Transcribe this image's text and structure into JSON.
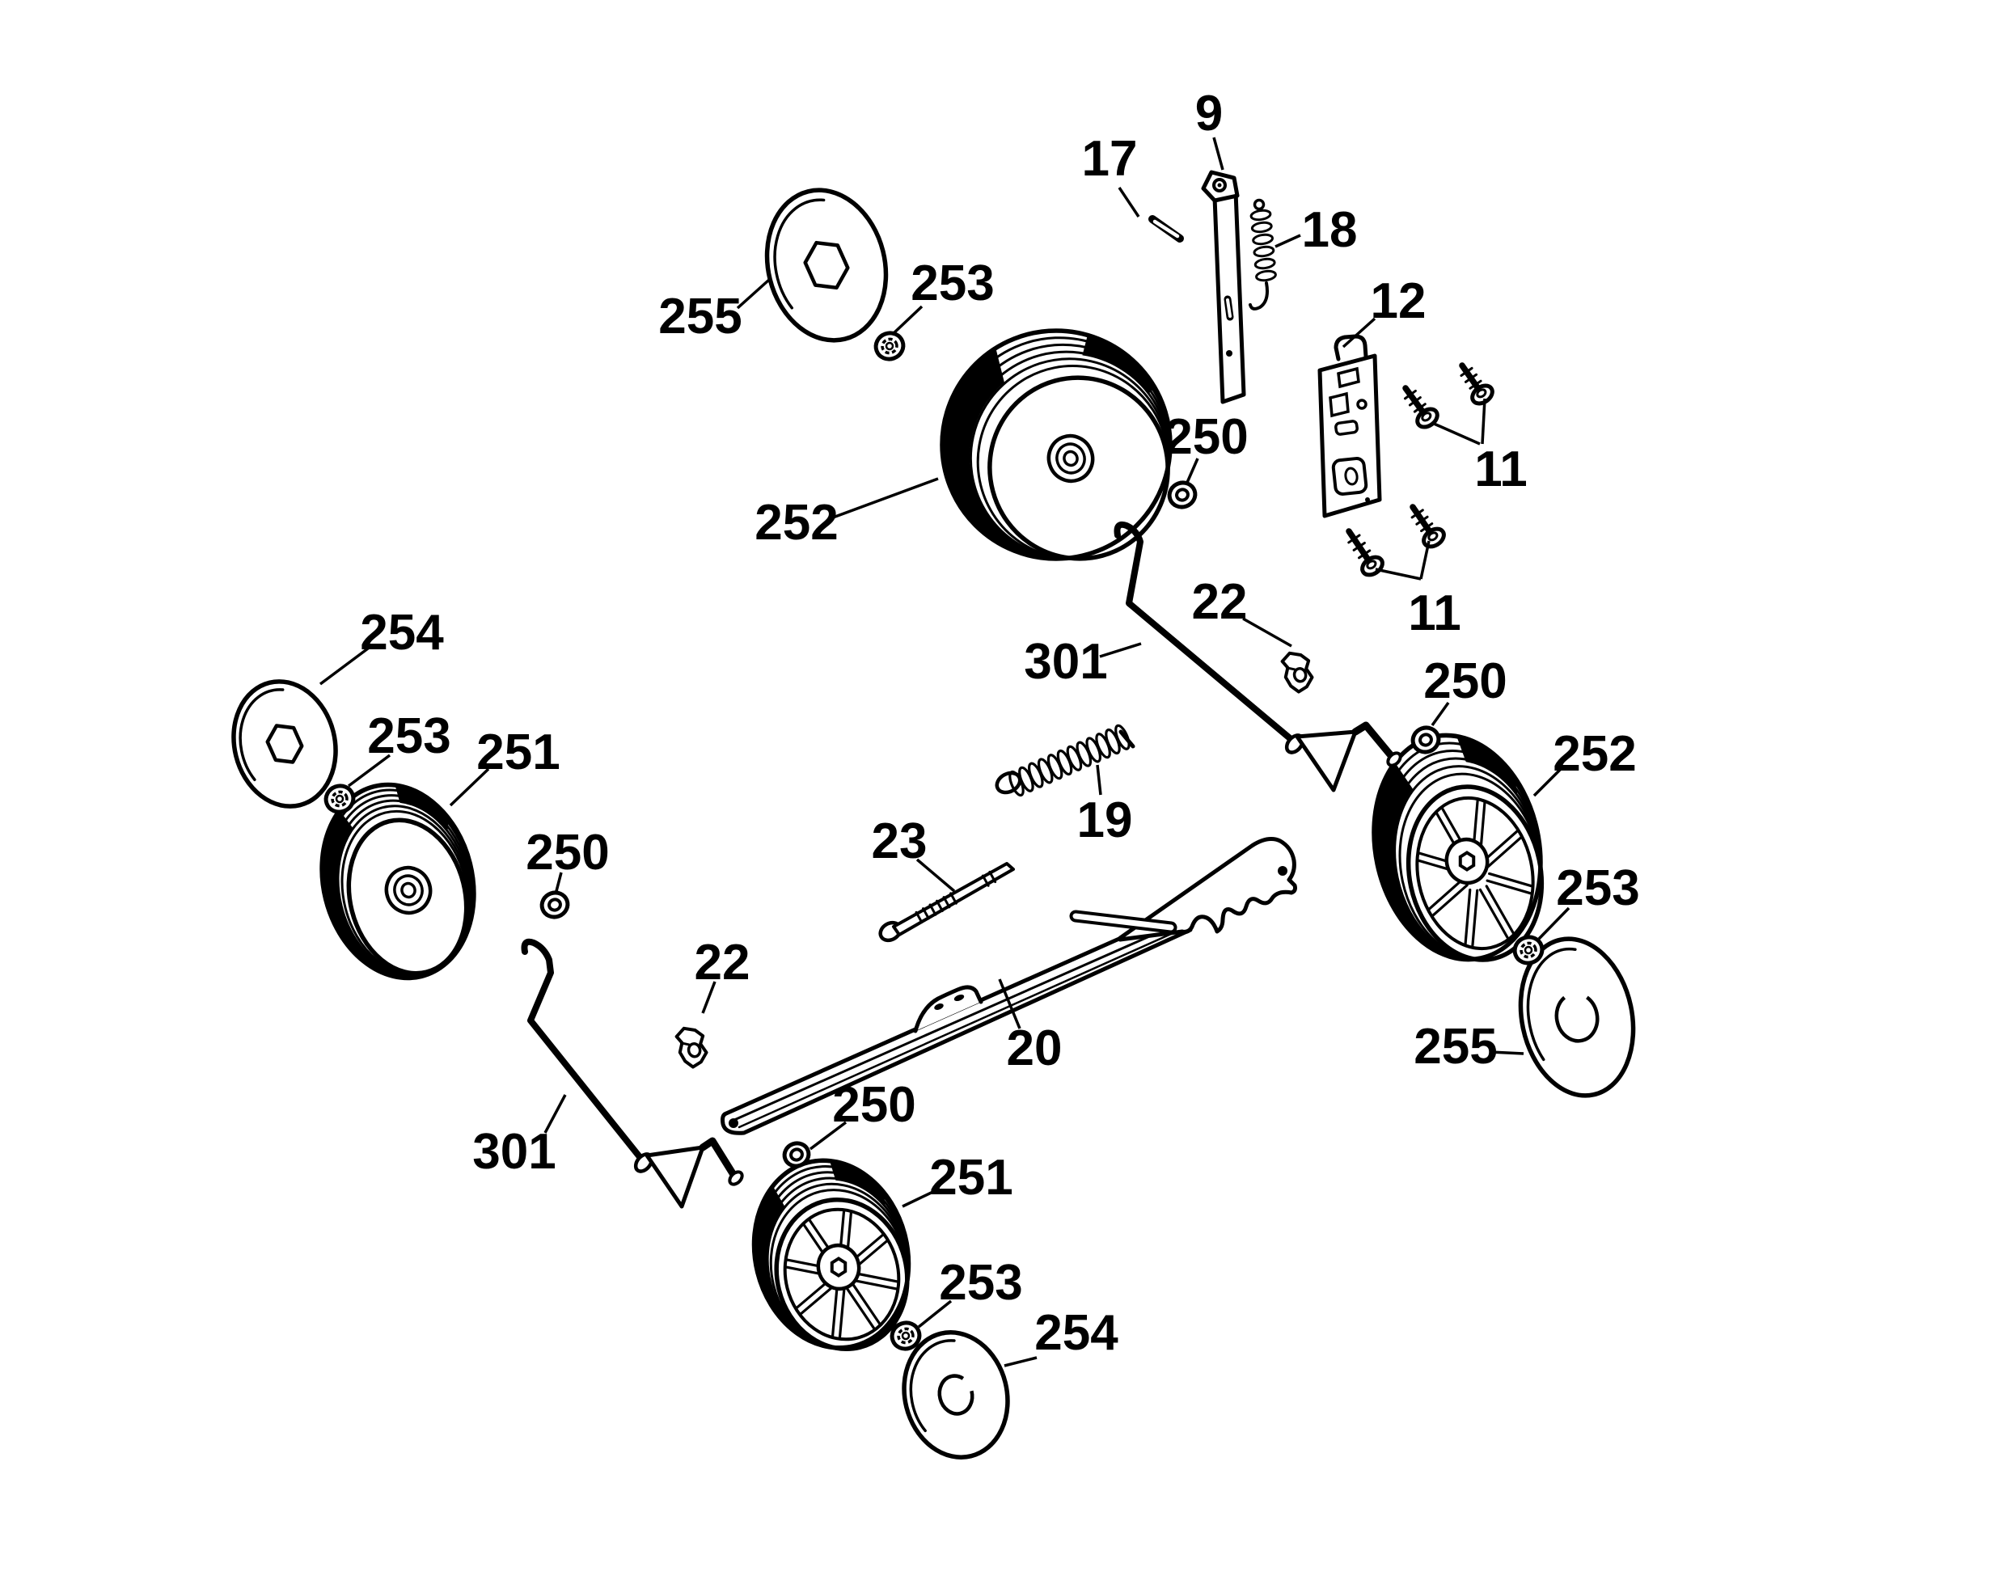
{
  "diagram": {
    "kind": "exploded-parts-diagram",
    "colors": {
      "background": "#ffffff",
      "line": "#000000"
    },
    "callouts": [
      {
        "text": "9"
      },
      {
        "text": "17"
      },
      {
        "text": "18"
      },
      {
        "text": "12"
      },
      {
        "text": "11"
      },
      {
        "text": "11"
      },
      {
        "text": "255"
      },
      {
        "text": "253"
      },
      {
        "text": "252"
      },
      {
        "text": "250"
      },
      {
        "text": "301"
      },
      {
        "text": "22"
      },
      {
        "text": "250"
      },
      {
        "text": "252"
      },
      {
        "text": "254"
      },
      {
        "text": "253"
      },
      {
        "text": "251"
      },
      {
        "text": "250"
      },
      {
        "text": "19"
      },
      {
        "text": "23"
      },
      {
        "text": "22"
      },
      {
        "text": "20"
      },
      {
        "text": "253"
      },
      {
        "text": "255"
      },
      {
        "text": "301"
      },
      {
        "text": "250"
      },
      {
        "text": "251"
      },
      {
        "text": "253"
      },
      {
        "text": "254"
      }
    ]
  }
}
